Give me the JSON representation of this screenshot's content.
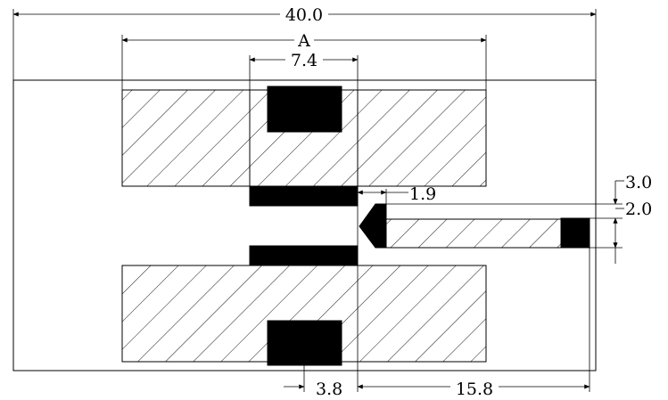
{
  "dimensions": {
    "overall_width": "40.0",
    "slot_width": "A",
    "center_width": "7.4",
    "gap": "1.9",
    "probe_offset": "3.0",
    "probe_height": "2.0",
    "bottom_left": "3.8",
    "probe_length": "15.8"
  },
  "colors": {
    "line": "#000000",
    "fill": "#000000",
    "background": "#ffffff"
  }
}
